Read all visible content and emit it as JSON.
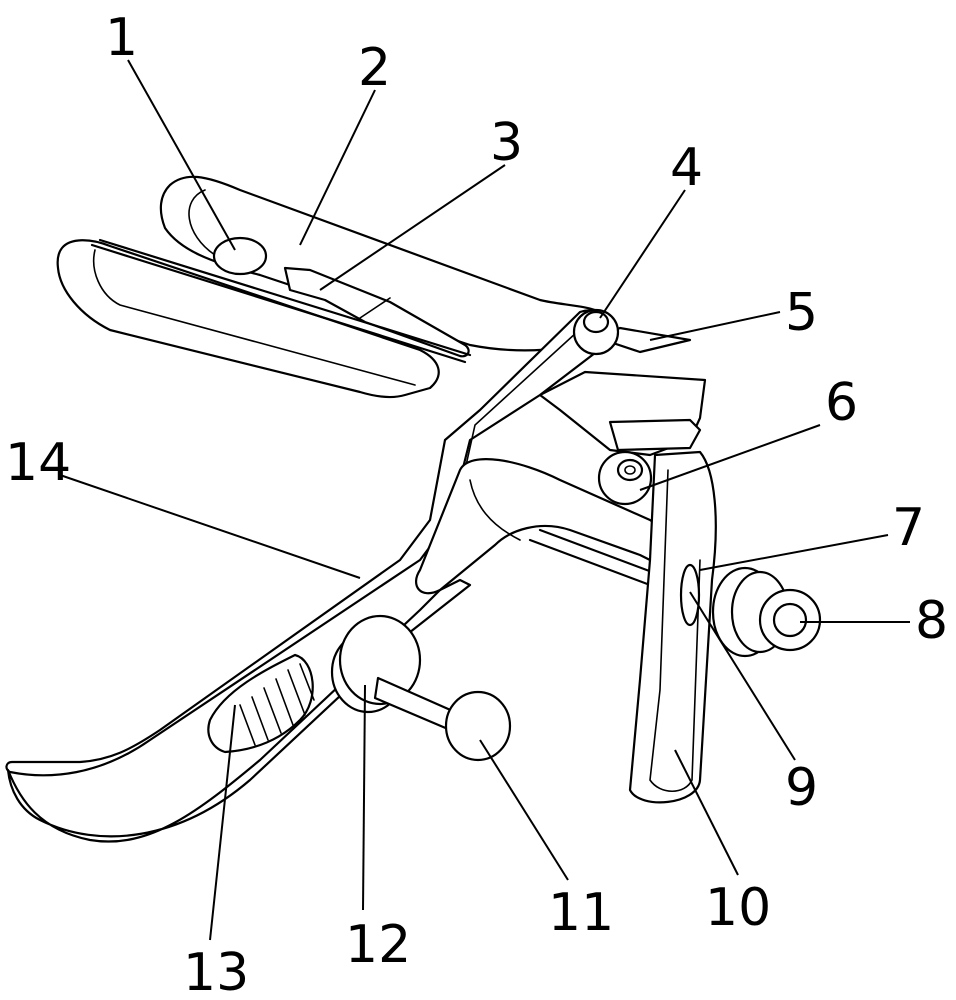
{
  "labels": {
    "l1": "1",
    "l2": "2",
    "l3": "3",
    "l4": "4",
    "l5": "5",
    "l6": "6",
    "l7": "7",
    "l8": "8",
    "l9": "9",
    "l10": "10",
    "l11": "11",
    "l12": "12",
    "l13": "13",
    "l14": "14"
  },
  "colors": {
    "stroke": "#000000",
    "background": "#ffffff"
  }
}
